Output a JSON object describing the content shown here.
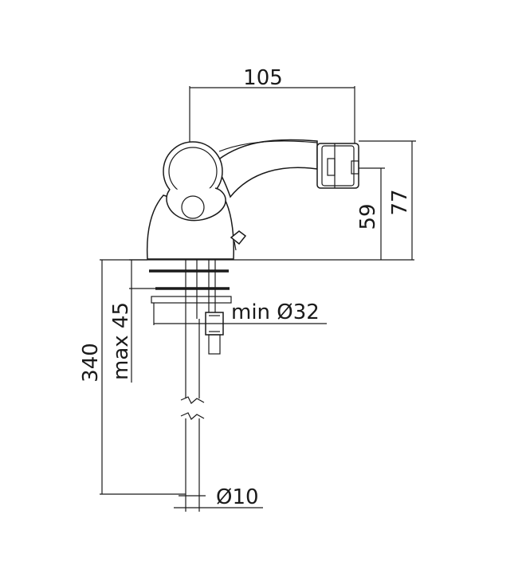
{
  "dimensions": {
    "width_top": "105",
    "spout_height": "59",
    "total_height": "77",
    "max_deck_thickness": "max 45",
    "total_length": "340",
    "min_hole_diameter": "min Ø32",
    "pipe_diameter": "Ø10"
  }
}
